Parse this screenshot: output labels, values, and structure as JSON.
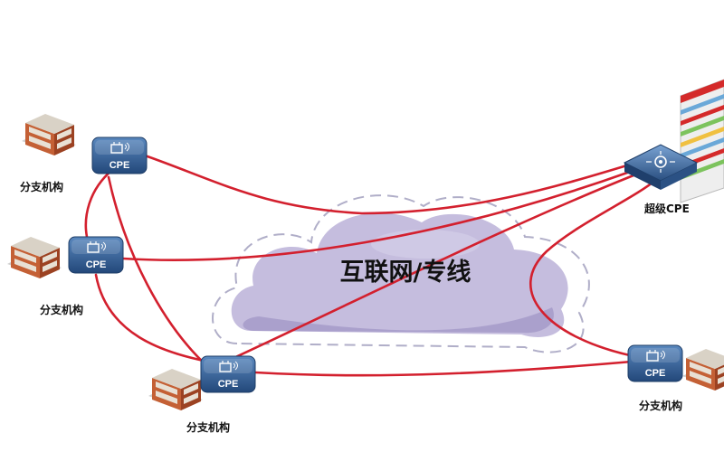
{
  "cloud": {
    "title": "互联网/专线"
  },
  "device_label": "CPE",
  "super_cpe": {
    "label": "超级CPE"
  },
  "branches": [
    {
      "label": "分支机构"
    },
    {
      "label": "分支机构"
    },
    {
      "label": "分支机构"
    },
    {
      "label": "分支机构"
    }
  ],
  "colors": {
    "link": "#d3202e",
    "cloud_fill": "#c5bdde",
    "cloud_shade": "#aaa0cc",
    "cloud_dash": "#b0aec8",
    "device_blue": "#2f5d92",
    "building_brick": "#b8552d"
  },
  "icons": [
    "building-icon",
    "cpe-router-icon",
    "super-cpe-router-icon",
    "server-rack-icon",
    "cloud-icon"
  ]
}
